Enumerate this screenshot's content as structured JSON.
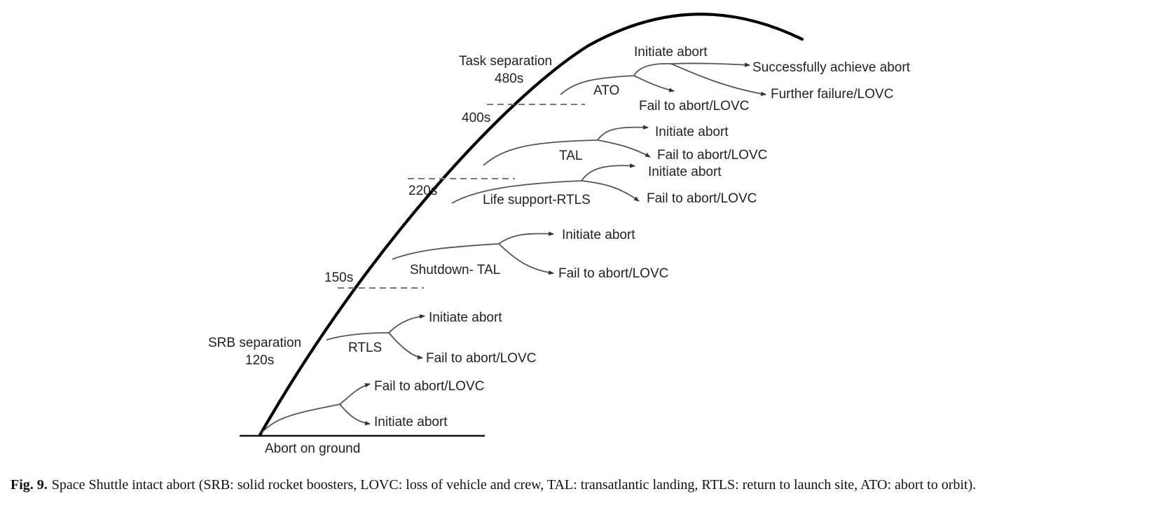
{
  "diagram": {
    "labels": {
      "abort_on_ground": "Abort on ground",
      "srb_separation": "SRB separation",
      "srb_time": "120s",
      "t150": "150s",
      "t220": "220s",
      "t400": "400s",
      "task_separation": "Task separation",
      "task_time": "480s",
      "rtls": "RTLS",
      "shutdown_tal": "Shutdown- TAL",
      "life_support_rtls": "Life support-RTLS",
      "tal": "TAL",
      "ato": "ATO",
      "ground_fail": "Fail to abort/LOVC",
      "ground_initiate": "Initiate abort",
      "rtls_initiate": "Initiate abort",
      "rtls_fail": "Fail to abort/LOVC",
      "shutdown_initiate": "Initiate abort",
      "shutdown_fail": "Fail to abort/LOVC",
      "life_initiate": "Initiate abort",
      "life_fail": "Fail to abort/LOVC",
      "tal_initiate": "Initiate abort",
      "tal_fail": "Fail to abort/LOVC",
      "ato_initiate": "Initiate abort",
      "ato_fail": "Fail to abort/LOVC",
      "ato_success": "Successfully achieve abort",
      "ato_further": "Further failure/LOVC"
    }
  },
  "caption": {
    "label": "Fig. 9.",
    "text": "Space Shuttle intact abort (SRB: solid rocket boosters, LOVC: loss of vehicle and crew, TAL: transatlantic landing, RTLS: return to launch site, ATO: abort to orbit)."
  }
}
